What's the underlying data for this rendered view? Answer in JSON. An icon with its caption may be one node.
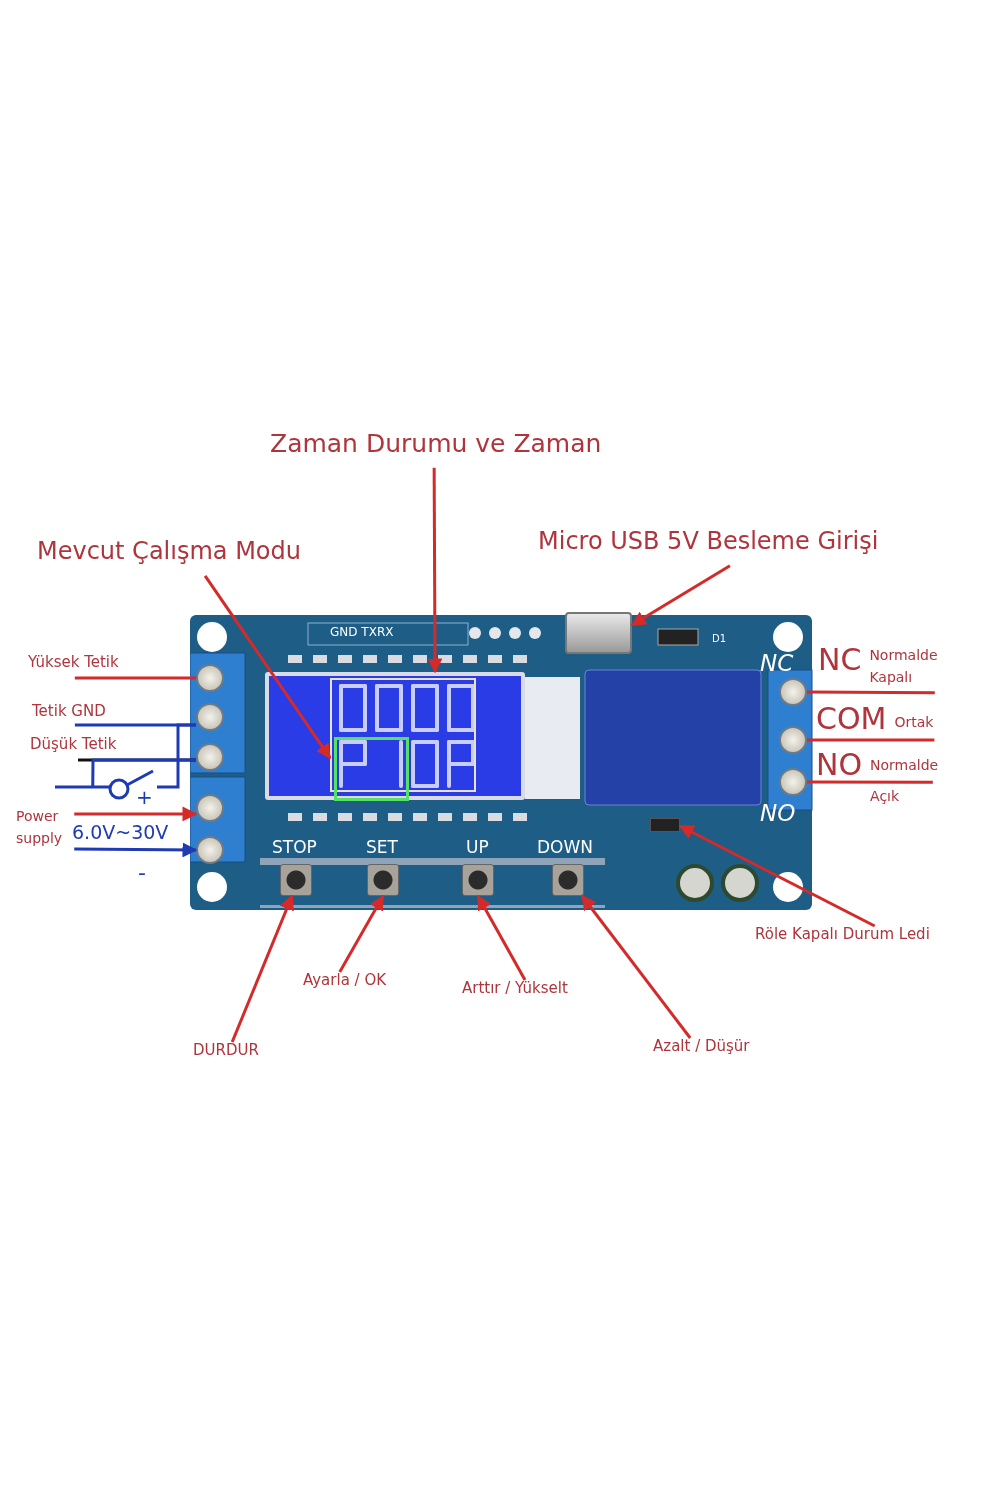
{
  "diagram": {
    "nodes": [
      {
        "text": [
          "Zaman Durumu ve Zaman"
        ]
      },
      {
        "text": [
          "Micro USB 5V Besleme Girişi"
        ]
      },
      {
        "text": [
          "Mevcut Çalışma Modu"
        ]
      },
      {
        "text": [],
        "shape": "picture"
      },
      {
        "text": [],
        "shape": "box",
        "in": 3
      },
      {
        "text": [],
        "shape": "box",
        "in": 3
      },
      {
        "text": [],
        "shape": "box",
        "in": 5
      },
      {
        "text": [],
        "shape": "circle",
        "in": 3
      },
      {
        "text": [],
        "shape": "circle",
        "in": 3
      },
      {
        "text": [],
        "shape": "circle",
        "in": 3
      },
      {
        "text": [],
        "shape": "circle",
        "in": 3
      },
      {
        "text": [],
        "shape": "circle",
        "in": 3
      },
      {
        "text": [],
        "shape": "circle",
        "in": 3
      },
      {
        "text": [],
        "shape": "circle",
        "in": 3
      },
      {
        "text": [],
        "shape": "circle",
        "in": 3
      },
      {
        "text": [],
        "shape": "box",
        "in": 3
      },
      {
        "text": [],
        "shape": "box",
        "in": 3,
        "beside": [
          "STOP"
        ]
      },
      {
        "text": [],
        "shape": "box",
        "in": 3,
        "beside": [
          "SET"
        ]
      },
      {
        "text": [],
        "shape": "box",
        "in": 3,
        "beside": [
          "UP"
        ]
      },
      {
        "text": [],
        "shape": "box",
        "in": 3,
        "beside": [
          "DOWN"
        ]
      },
      {
        "text": [
          "Yüksek Tetik"
        ]
      },
      {
        "text": [
          "Tetik GND"
        ]
      },
      {
        "text": [
          "Düşük Tetik"
        ]
      },
      {
        "text": [
          "NC",
          "Normalde Kapalı"
        ]
      },
      {
        "text": [
          "COM",
          "Ortak"
        ]
      },
      {
        "text": [
          "NO",
          "Normalde Açık"
        ]
      },
      {
        "text": [
          "Röle Kapalı Durum Ledi"
        ]
      },
      {
        "text": [
          "DURDUR"
        ]
      },
      {
        "text": [
          "Ayarla / OK"
        ]
      },
      {
        "text": [
          "Arttır / Yükselt"
        ]
      },
      {
        "text": [
          "Azalt / Düşür"
        ]
      },
      {
        "text": [
          "Power supply"
        ]
      },
      {
        "text": [],
        "shape": "switch"
      }
    ],
    "edges": [
      {
        "from": 0,
        "to": 5,
        "arrow": "to"
      },
      {
        "from": 1,
        "to": 4,
        "arrow": "to"
      },
      {
        "from": 2,
        "to": 6,
        "arrow": "to"
      },
      {
        "from": 20,
        "to": 7,
        "arrow": "none"
      },
      {
        "from": 21,
        "to": 8,
        "arrow": "none",
        "color": "#1f3bb3"
      },
      {
        "from": 22,
        "to": 9,
        "arrow": "none",
        "color": "#111111"
      },
      {
        "from": 31,
        "to": 10,
        "arrow": "to"
      },
      {
        "from": 31,
        "to": 11,
        "arrow": "to",
        "color": "#1f3bb3"
      },
      {
        "from": 23,
        "to": 12,
        "arrow": "none"
      },
      {
        "from": 24,
        "to": 13,
        "arrow": "none"
      },
      {
        "from": 25,
        "to": 14,
        "arrow": "none"
      },
      {
        "from": 26,
        "to": 15,
        "arrow": "to"
      },
      {
        "from": 27,
        "to": 16,
        "arrow": "to"
      },
      {
        "from": 28,
        "to": 17,
        "arrow": "to"
      },
      {
        "from": 29,
        "to": 18,
        "arrow": "to"
      },
      {
        "from": 30,
        "to": 19,
        "arrow": "to"
      },
      {
        "from": 32,
        "to": 8,
        "arrow": "none",
        "color": "#1f3bb3"
      },
      {
        "from": 32,
        "to": 9,
        "arrow": "none",
        "color": "#1f3bb3"
      }
    ],
    "labels": [
      "GND TXRX",
      "D1",
      "NC",
      "NO",
      "+",
      "6.0V~30V",
      "-"
    ]
  }
}
